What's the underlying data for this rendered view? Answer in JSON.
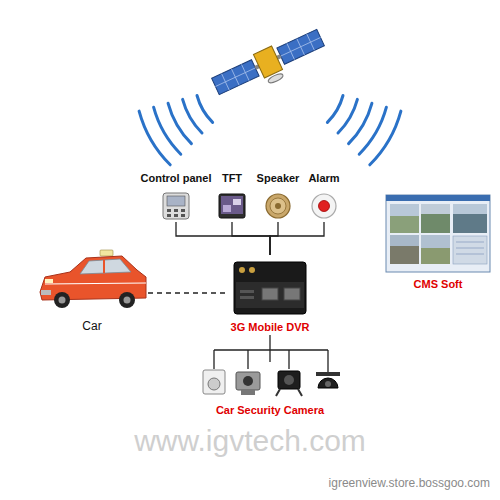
{
  "diagram": {
    "nodes": [
      {
        "text": [
          "Control panel"
        ]
      },
      {
        "text": [
          "TFT"
        ]
      },
      {
        "text": [
          "Speaker"
        ]
      },
      {
        "text": [
          "Alarm"
        ]
      },
      {
        "text": [
          "Car"
        ]
      },
      {
        "text": [
          "3G Mobile DVR"
        ]
      },
      {
        "text": [
          "CMS Soft"
        ]
      },
      {
        "text": [
          "Car Security Camera"
        ]
      }
    ],
    "edges": [
      {
        "from": 0,
        "to": 5,
        "arrow": "none"
      },
      {
        "from": 1,
        "to": 5,
        "arrow": "none"
      },
      {
        "from": 2,
        "to": 5,
        "arrow": "none"
      },
      {
        "from": 3,
        "to": 5,
        "arrow": "none"
      },
      {
        "from": 4,
        "to": 5,
        "arrow": "none"
      },
      {
        "from": 5,
        "to": 7,
        "arrow": "none"
      }
    ],
    "labels": [
      "www.igvtech.com",
      "igreenview.store.bossgoo.com"
    ]
  }
}
